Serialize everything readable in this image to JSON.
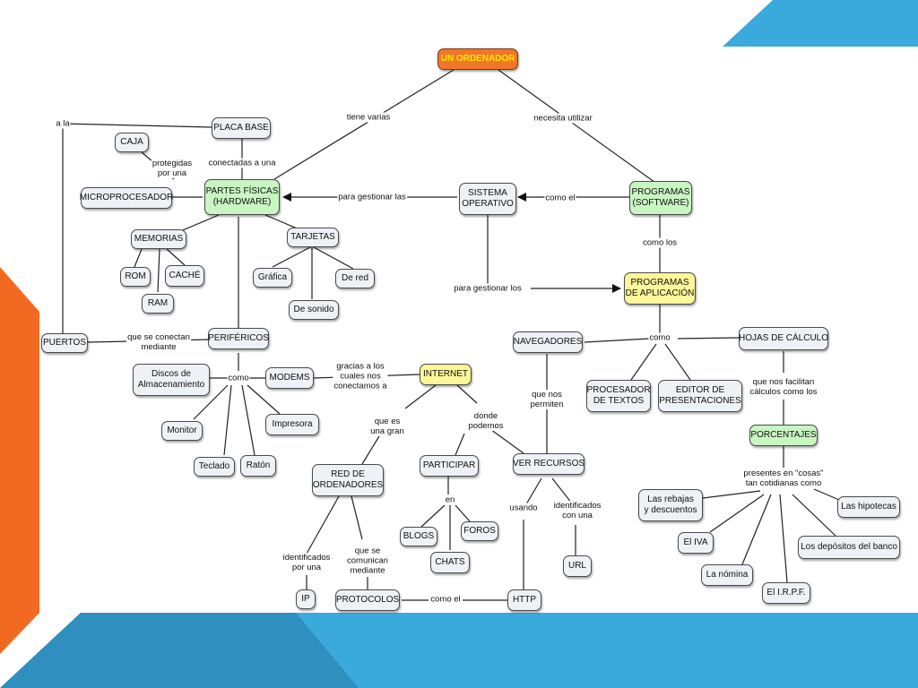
{
  "colors": {
    "accent_orange": "#f26a21",
    "accent_blue": "#3aa9dc",
    "accent_blue_dark": "#2f8fbf",
    "node_fill": "#eef2f6",
    "node_green": "#c9f5c3",
    "node_yellow": "#fdf79a",
    "root_fill": "#f0772a",
    "root_text": "#ffe600"
  },
  "nodes": {
    "root": "UN ORDENADOR",
    "placa_base": "PLACA BASE",
    "caja": "CAJA",
    "microprocesador": "MICROPROCESADOR",
    "partes_fisicas": "PARTES FÍSICAS\n(HARDWARE)",
    "sistema_operativo": "SISTEMA\nOPERATIVO",
    "programas_software": "PROGRAMAS\n(SOFTWARE)",
    "memorias": "MEMORIAS",
    "rom": "ROM",
    "cache": "CACHÉ",
    "ram": "RAM",
    "tarjetas": "TARJETAS",
    "grafica": "Gráfica",
    "de_red": "De red",
    "de_sonido": "De sonido",
    "programas_aplicacion": "PROGRAMAS\nDE APLICACIÓN",
    "puertos": "PUERTOS",
    "perifericos": "PERIFÉRICOS",
    "navegadores": "NAVEGADORES",
    "hojas_calculo": "HOJAS DE CÁLCULO",
    "discos": "Discos de\nAlmacenamiento",
    "modems": "MODEMS",
    "internet": "INTERNET",
    "procesador_textos": "PROCESADOR\nDE TEXTOS",
    "editor_presentaciones": "EDITOR DE\nPRESENTACIONES",
    "monitor": "Monitor",
    "impresora": "Impresora",
    "teclado": "Teclado",
    "raton": "Ratón",
    "porcentajes": "PORCENTAJES",
    "red_ordenadores": "RED DE\nORDENADORES",
    "participar": "PARTICIPAR",
    "ver_recursos": "VER RECURSOS",
    "rebajas": "Las rebajas\ny descuentos",
    "hipotecas": "Las hipotecas",
    "iva": "El IVA",
    "depositos": "Los depósitos del banco",
    "blogs": "BLOGS",
    "foros": "FOROS",
    "chats": "CHATS",
    "url": "URL",
    "nomina": "La nómina",
    "irpf": "El I.R.P.F.",
    "ip": "IP",
    "protocolos": "PROTOCOLOS",
    "http": "HTTP"
  },
  "links": {
    "tiene_varias": "tiene varias",
    "necesita_utilizar": "necesita utilizar",
    "a_la": "a la",
    "protegidas": "protegidas\npor una",
    "conectadas": "conectadas a una",
    "para_gestionar_las": "para gestionar las",
    "como_el": "como el",
    "como_los": "como los",
    "para_gestionar_los": "para gestionar los",
    "que_se_conectan": "que se conectan\nmediante",
    "como_perif": "como",
    "como_apps": "como",
    "gracias": "gracias a los\ncuales nos\nconectamos a",
    "que_nos_permiten": "que nos\npermiten",
    "que_nos_facilitan": "que nos facilitan\ncálculos como los",
    "que_es_una_gran": "que es\nuna gran",
    "donde_podemos": "donde\npodemos",
    "presentes": "presentes en \"cosas\"\ntan cotidianas como",
    "en": "en",
    "usando": "usando",
    "identificados_una": "identificados\ncon una",
    "identificados_por": "identificados\npor una",
    "que_se_comunican": "que se\ncomunican\nmediante",
    "como_el_2": "como el"
  }
}
